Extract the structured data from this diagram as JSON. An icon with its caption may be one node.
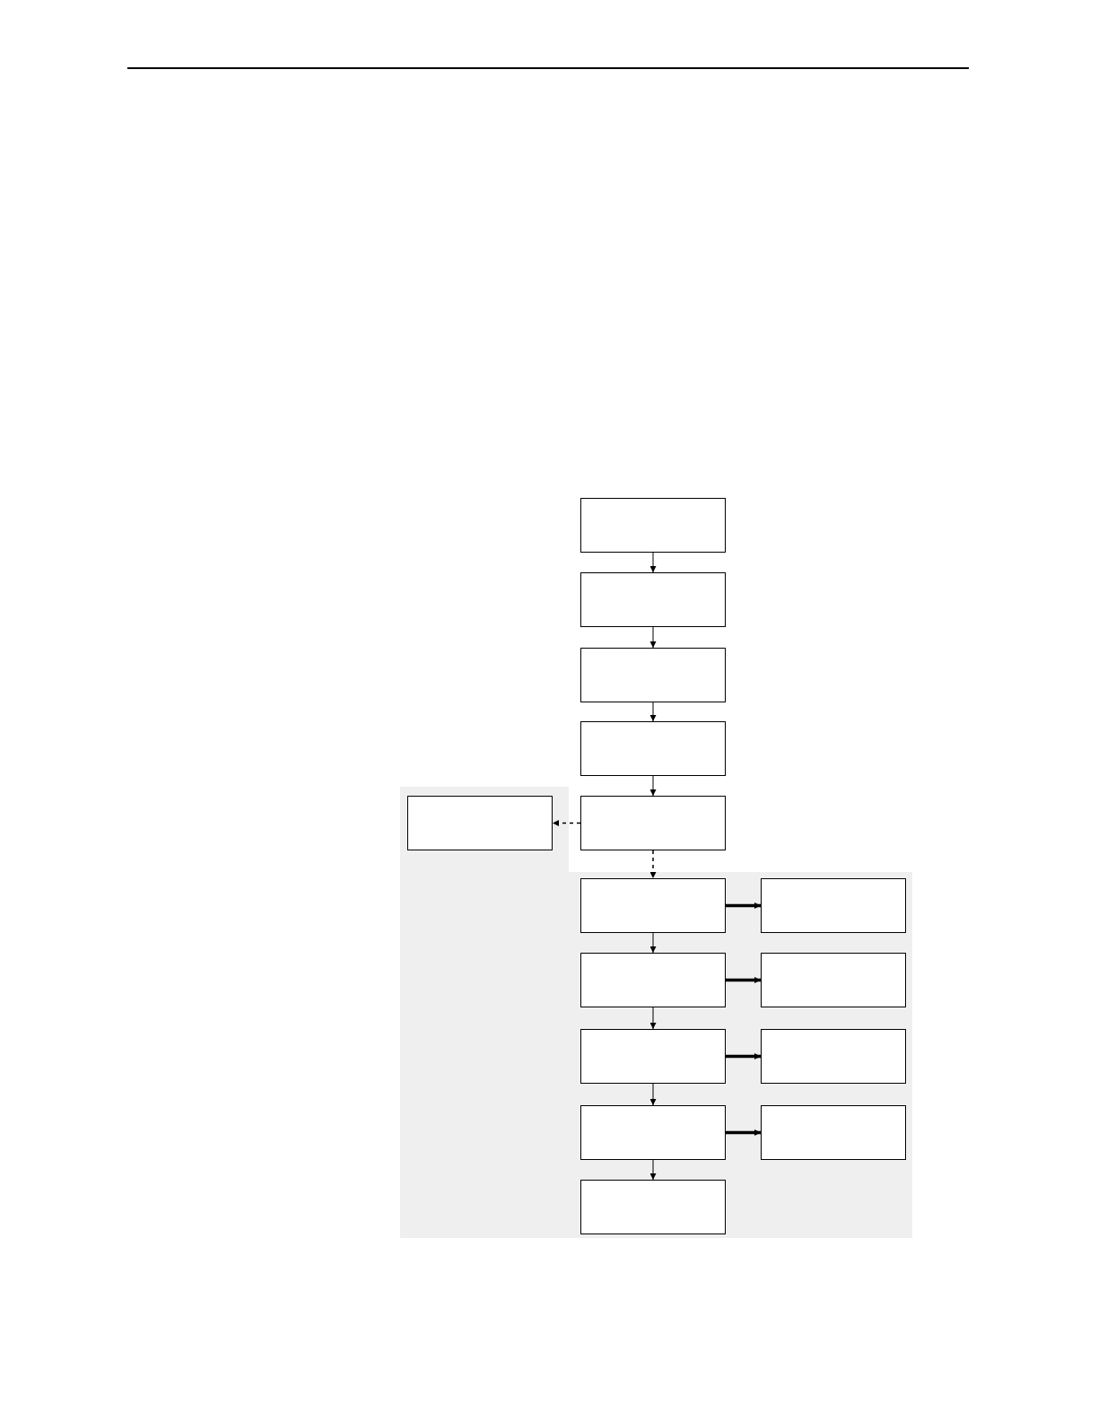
{
  "diagram": {
    "nodes": [
      {
        "text": [],
        "shape": "box"
      },
      {
        "text": [],
        "shape": "box"
      },
      {
        "text": [],
        "shape": "box"
      },
      {
        "text": [],
        "shape": "box"
      },
      {
        "text": [],
        "shape": "box"
      },
      {
        "text": [],
        "shape": "box"
      },
      {
        "text": [],
        "shape": "box"
      },
      {
        "text": [],
        "shape": "box"
      },
      {
        "text": [],
        "shape": "box"
      },
      {
        "text": [],
        "shape": "box"
      },
      {
        "text": [],
        "shape": "box"
      },
      {
        "text": [],
        "shape": "box"
      },
      {
        "text": [],
        "shape": "box"
      },
      {
        "text": [],
        "shape": "box"
      },
      {
        "text": [],
        "shape": "box"
      }
    ],
    "edges": [
      {
        "from": 0,
        "to": 1,
        "arrow": "to"
      },
      {
        "from": 1,
        "to": 2,
        "arrow": "to"
      },
      {
        "from": 2,
        "to": 3,
        "arrow": "to"
      },
      {
        "from": 3,
        "to": 5,
        "arrow": "to"
      },
      {
        "from": 5,
        "to": 4,
        "arrow": "to",
        "style": "dashed"
      },
      {
        "from": 5,
        "to": 6,
        "arrow": "to",
        "style": "dashed"
      },
      {
        "from": 6,
        "to": 7,
        "arrow": "to",
        "style": "thick"
      },
      {
        "from": 6,
        "to": 8,
        "arrow": "to"
      },
      {
        "from": 8,
        "to": 9,
        "arrow": "to",
        "style": "thick"
      },
      {
        "from": 8,
        "to": 10,
        "arrow": "to"
      },
      {
        "from": 10,
        "to": 11,
        "arrow": "to",
        "style": "thick"
      },
      {
        "from": 10,
        "to": 12,
        "arrow": "to"
      },
      {
        "from": 12,
        "to": 13,
        "arrow": "to",
        "style": "thick"
      },
      {
        "from": 12,
        "to": 14,
        "arrow": "to"
      }
    ]
  }
}
